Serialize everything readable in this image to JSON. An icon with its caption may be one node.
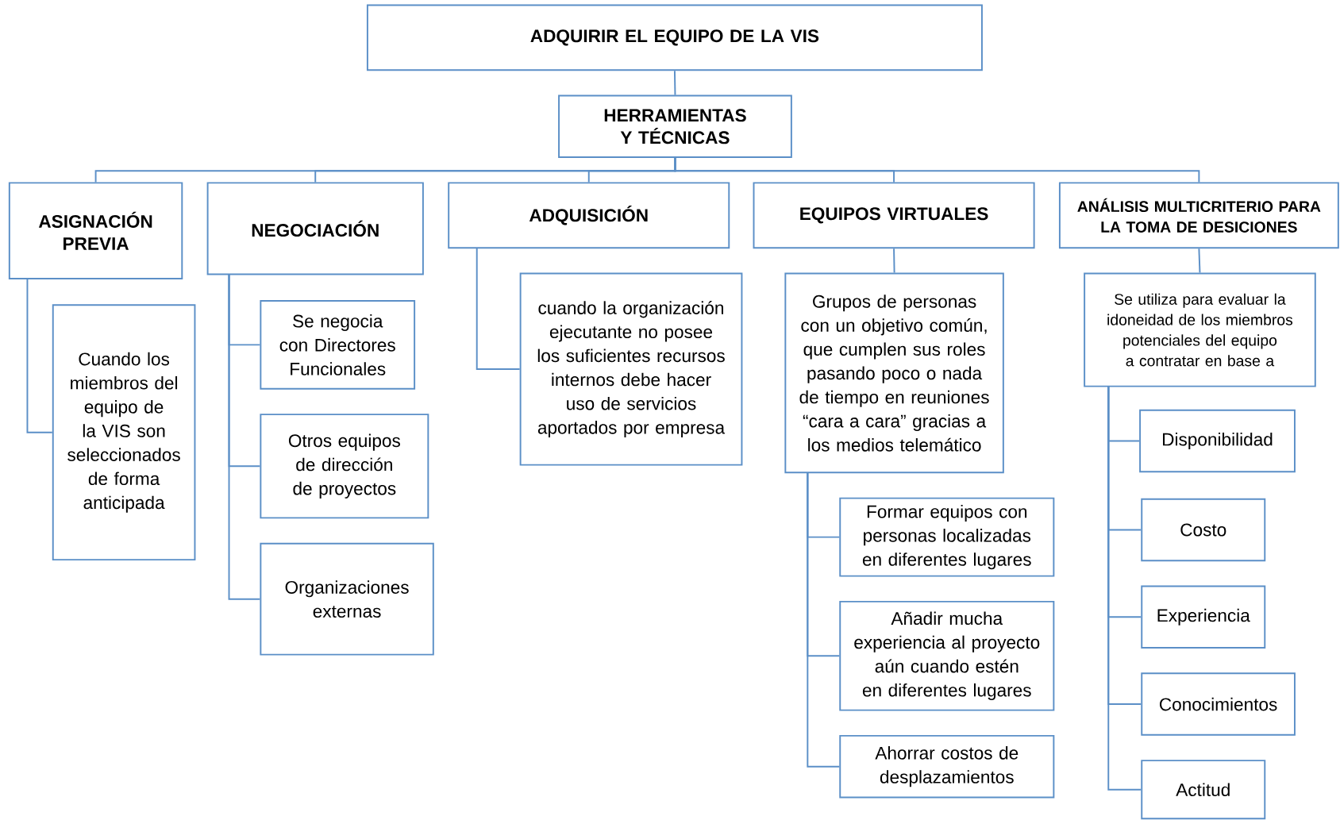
{
  "diagram": {
    "nodes": [
      {
        "text": [
          "ADQUIRIR EL EQUIPO DE LA VIS"
        ]
      },
      {
        "text": [
          "HERRAMIENTAS Y TÉCNICAS"
        ]
      },
      {
        "text": [
          "ASIGNACIÓN PREVIA"
        ]
      },
      {
        "text": [
          "Cuando los miembros del equipo de la VIS son seleccionados de forma anticipada"
        ]
      },
      {
        "text": [
          "NEGOCIACIÓN"
        ]
      },
      {
        "text": [
          "Se negocia con Directores Funcionales"
        ]
      },
      {
        "text": [
          "Otros equipos de dirección de proyectos"
        ]
      },
      {
        "text": [
          "Organizaciones externas"
        ]
      },
      {
        "text": [
          "ADQUISICIÓN"
        ]
      },
      {
        "text": [
          "cuando la organización ejecutante no posee los suficientes recursos internos debe hacer uso de servicios aportados por empresa"
        ]
      },
      {
        "text": [
          "EQUIPOS VIRTUALES"
        ]
      },
      {
        "text": [
          "Grupos de personas con un objetivo común, que cumplen sus roles pasando poco o nada de tiempo en reuniones “cara a cara” gracias a los medios telemático"
        ]
      },
      {
        "text": [
          "Formar equipos con personas localizadas en diferentes lugares"
        ]
      },
      {
        "text": [
          "Añadir mucha experiencia al proyecto aún cuando estén en diferentes lugares"
        ]
      },
      {
        "text": [
          "Ahorrar costos de desplazamientos"
        ]
      },
      {
        "text": [
          "ANÁLISIS MULTICRITERIO PARA LA TOMA DE DESICIONES"
        ]
      },
      {
        "text": [
          "Se utiliza para evaluar la idoneidad de los miembros potenciales del equipo a contratar en base a"
        ]
      },
      {
        "text": [
          "Disponibilidad"
        ]
      },
      {
        "text": [
          "Costo"
        ]
      },
      {
        "text": [
          "Experiencia"
        ]
      },
      {
        "text": [
          "Conocimientos"
        ]
      },
      {
        "text": [
          "Actitud"
        ]
      }
    ],
    "edges": [
      {
        "from": 0,
        "to": 1,
        "arrow": "none"
      },
      {
        "from": 1,
        "to": 2,
        "arrow": "none"
      },
      {
        "from": 1,
        "to": 4,
        "arrow": "none"
      },
      {
        "from": 1,
        "to": 8,
        "arrow": "none"
      },
      {
        "from": 1,
        "to": 10,
        "arrow": "none"
      },
      {
        "from": 1,
        "to": 15,
        "arrow": "none"
      },
      {
        "from": 2,
        "to": 3,
        "arrow": "none"
      },
      {
        "from": 4,
        "to": 5,
        "arrow": "none"
      },
      {
        "from": 4,
        "to": 6,
        "arrow": "none"
      },
      {
        "from": 4,
        "to": 7,
        "arrow": "none"
      },
      {
        "from": 8,
        "to": 9,
        "arrow": "none"
      },
      {
        "from": 10,
        "to": 11,
        "arrow": "none"
      },
      {
        "from": 11,
        "to": 12,
        "arrow": "none"
      },
      {
        "from": 11,
        "to": 13,
        "arrow": "none"
      },
      {
        "from": 11,
        "to": 14,
        "arrow": "none"
      },
      {
        "from": 15,
        "to": 16,
        "arrow": "none"
      },
      {
        "from": 16,
        "to": 17,
        "arrow": "none"
      },
      {
        "from": 16,
        "to": 18,
        "arrow": "none"
      },
      {
        "from": 16,
        "to": 19,
        "arrow": "none"
      },
      {
        "from": 16,
        "to": 20,
        "arrow": "none"
      },
      {
        "from": 16,
        "to": 21,
        "arrow": "none"
      }
    ]
  }
}
